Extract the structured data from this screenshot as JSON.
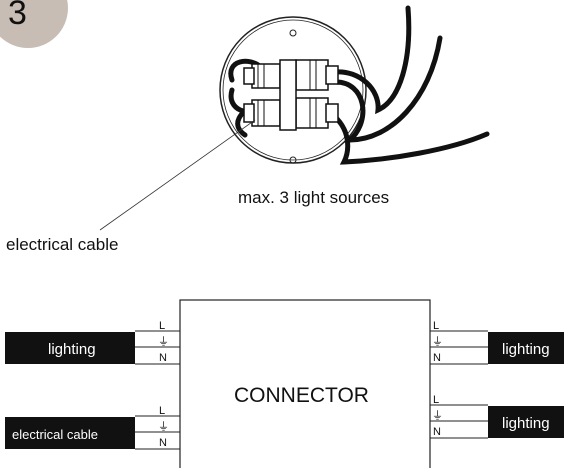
{
  "step": {
    "number": "3",
    "badge_color": "#c8bdb4"
  },
  "top": {
    "caption_sources": "max. 3 light sources",
    "caption_cable": "electrical cable"
  },
  "schematic": {
    "connector_label": "CONNECTOR",
    "pins": {
      "live": "L",
      "neutral": "N",
      "earth": "⏚"
    },
    "left_inputs": [
      {
        "label": "lighting"
      },
      {
        "label": "electrical cable"
      }
    ],
    "right_outputs": [
      {
        "label": "lighting"
      },
      {
        "label": "lighting"
      }
    ]
  }
}
